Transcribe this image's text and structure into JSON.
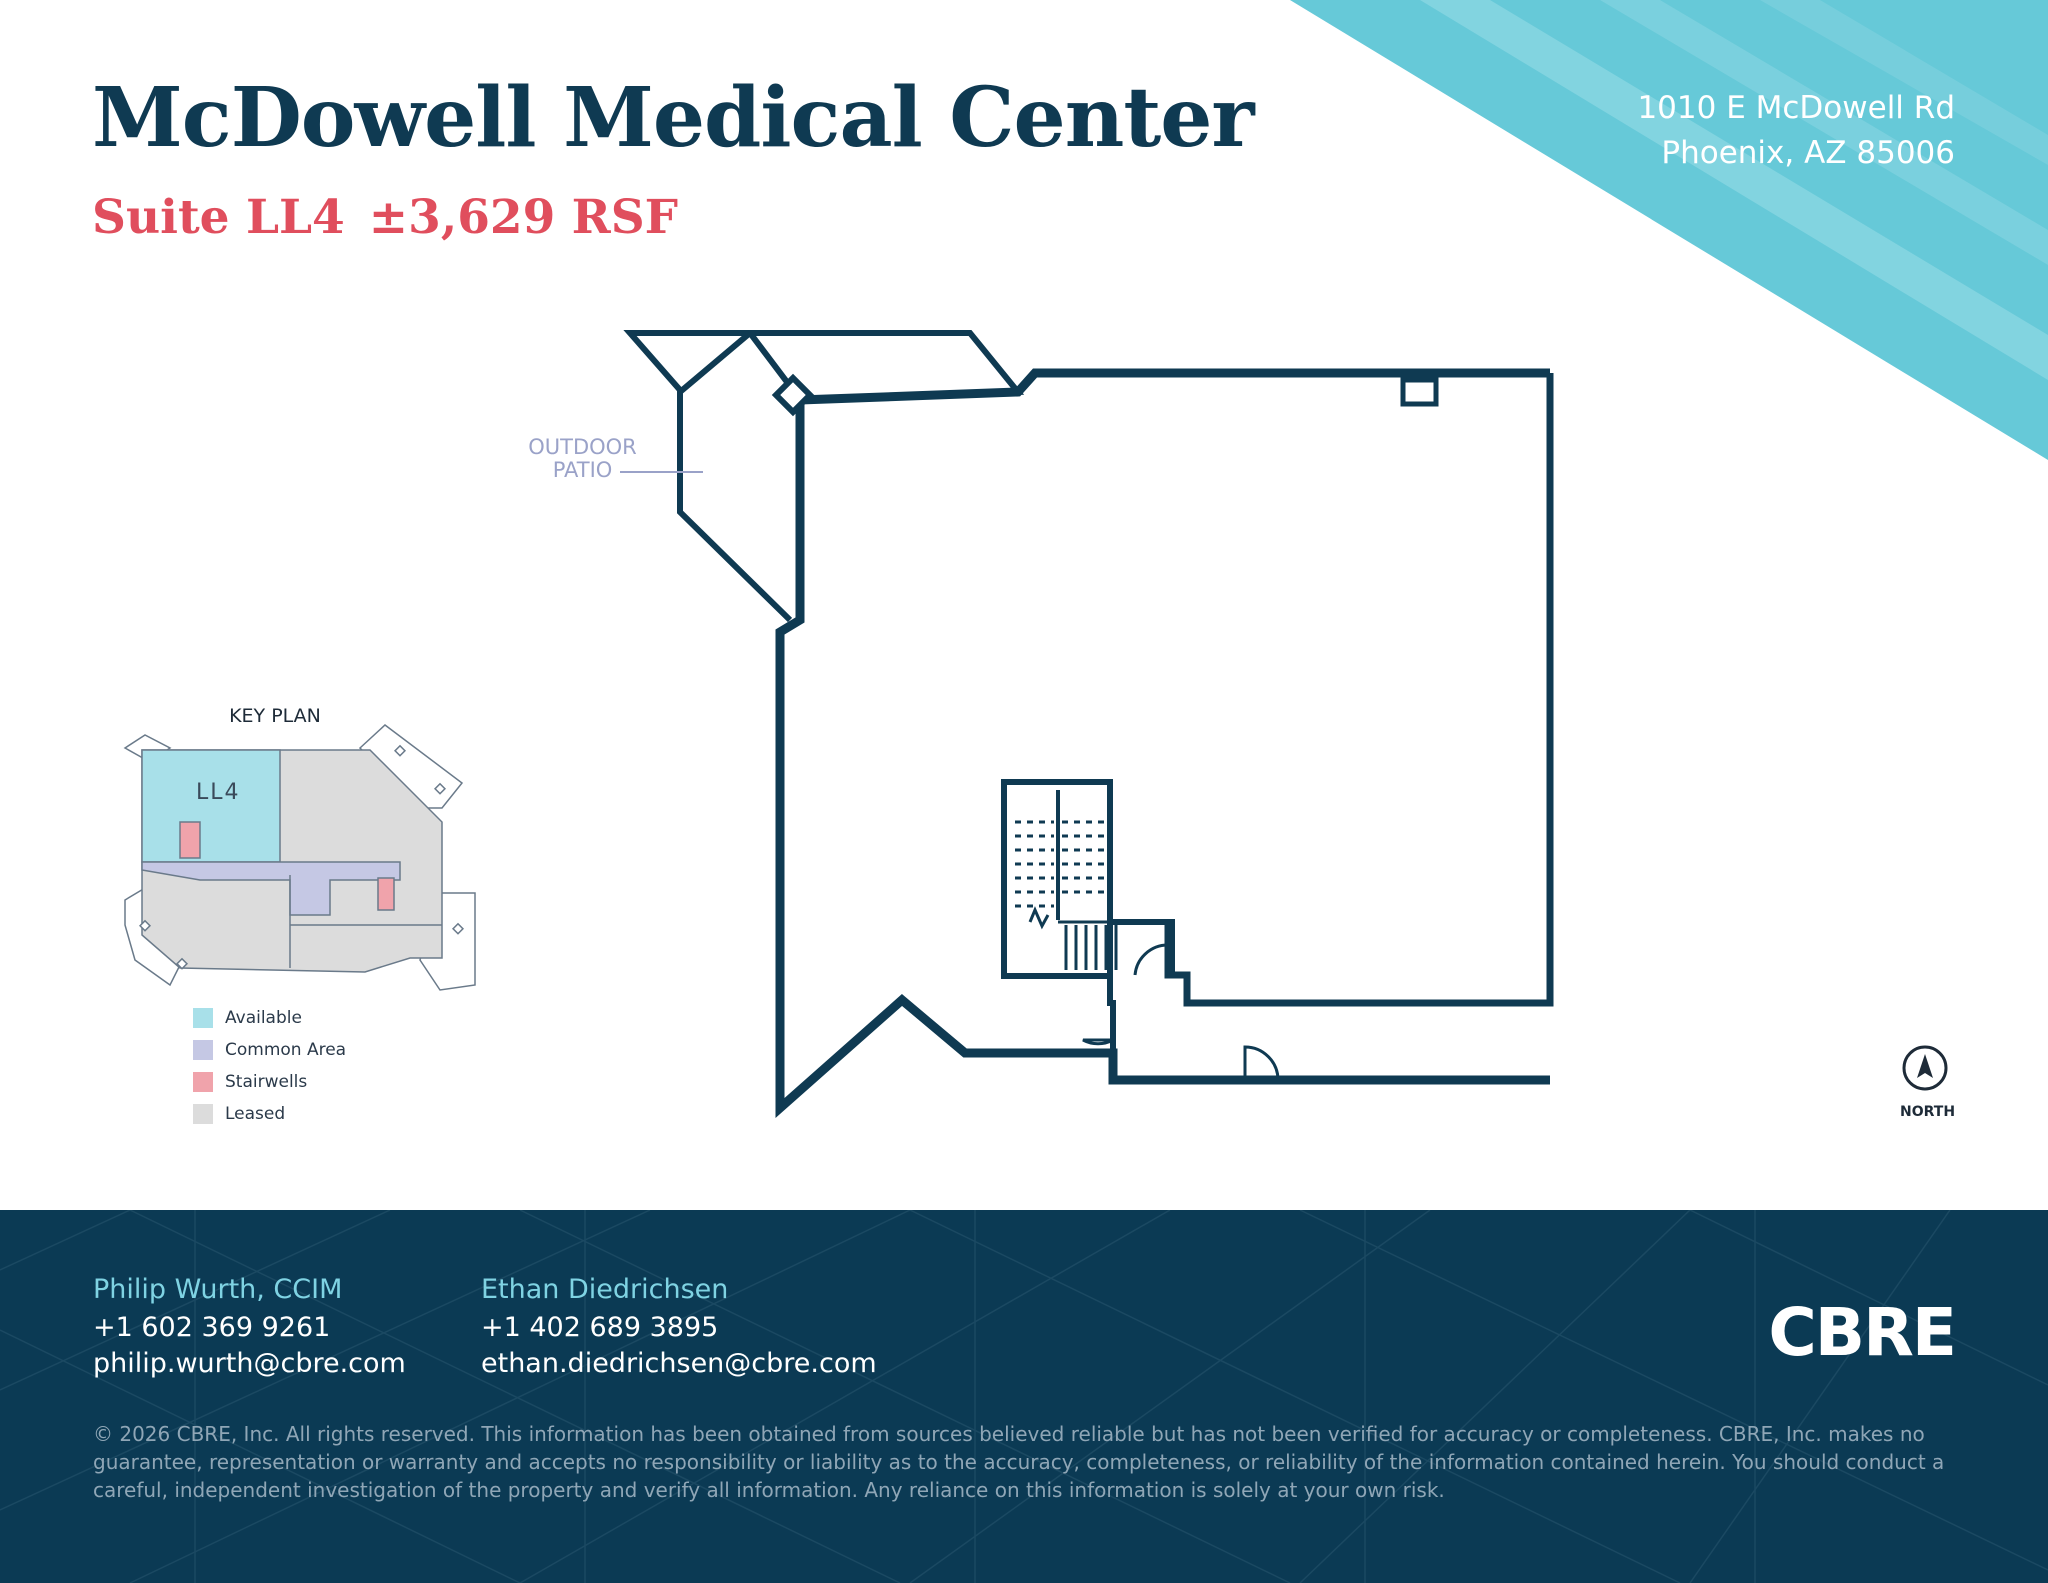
{
  "colors": {
    "navy": "#0f3a52",
    "accent_red": "#e04e5d",
    "teal": "#66c9d8",
    "footer_bg": "#0b3a54",
    "footer_name": "#7fd3e3",
    "available": "#a8e0e9",
    "common_area": "#c5c8e4",
    "stairwells": "#f0a3ab",
    "leased": "#dcdcdc"
  },
  "header": {
    "title": "McDowell Medical Center",
    "suite": "Suite LL4",
    "area": "±3,629 RSF",
    "address_line1": "1010 E McDowell Rd",
    "address_line2": "Phoenix, AZ 85006"
  },
  "plan": {
    "patio_label_line1": "OUTDOOR",
    "patio_label_line2": "PATIO"
  },
  "keyplan": {
    "title": "KEY PLAN",
    "suite_label": "LL4",
    "legend": [
      {
        "label": "Available",
        "color": "#a8e0e9"
      },
      {
        "label": "Common Area",
        "color": "#c5c8e4"
      },
      {
        "label": "Stairwells",
        "color": "#f0a3ab"
      },
      {
        "label": "Leased",
        "color": "#dcdcdc"
      }
    ]
  },
  "north": {
    "label": "NORTH",
    "icon": "north-arrow-icon"
  },
  "footer": {
    "contacts": [
      {
        "name": "Philip Wurth, CCIM",
        "phone": "+1 602 369 9261",
        "email": "philip.wurth@cbre.com"
      },
      {
        "name": "Ethan Diedrichsen",
        "phone": "+1 402 689 3895",
        "email": "ethan.diedrichsen@cbre.com"
      }
    ],
    "logo": "CBRE",
    "disclaimer": "© 2026 CBRE, Inc. All rights reserved. This information has been obtained from sources believed reliable but has not been verified for accuracy or completeness. CBRE, Inc. makes no guarantee, representation or warranty and accepts no responsibility or liability as to the accuracy, completeness, or reliability of the information contained herein. You should conduct a careful, independent investigation of the property and verify all information. Any reliance on this information is solely at your own risk."
  }
}
